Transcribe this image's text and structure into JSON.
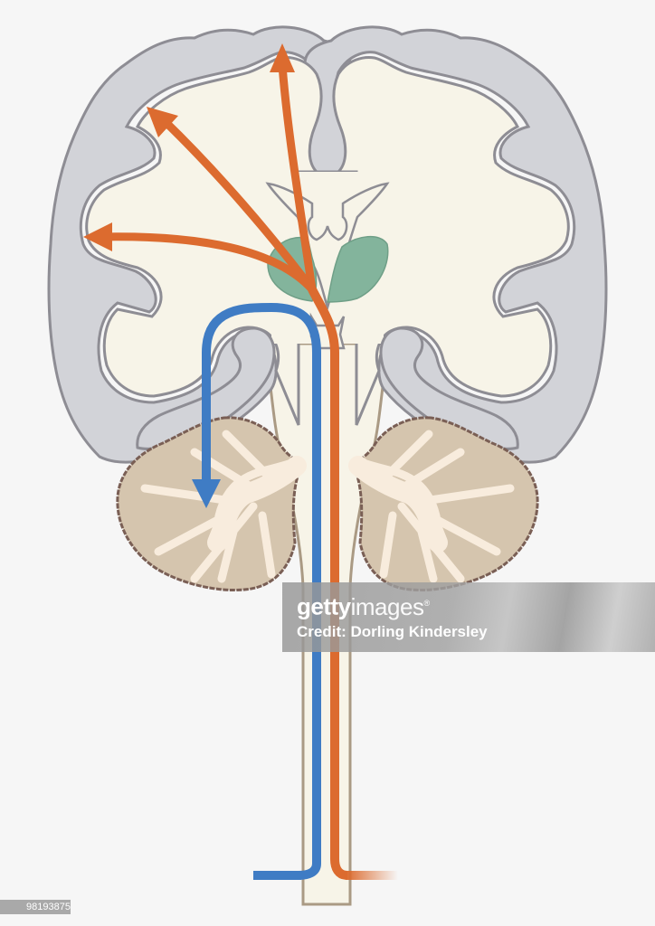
{
  "figure": {
    "subject": "Coronal cross-section of brain with cerebellum and spinal cord showing ascending and descending nerve pathways",
    "colors": {
      "background": "#f6f6f6",
      "white_matter": "#f7f4e8",
      "gray_matter_fill": "#d2d3d8",
      "gray_matter_outline": "#8e8d94",
      "thalamus": "#83b49c",
      "cerebellum_cortex": "#d5c5ae",
      "cerebellum_white": "#f8ecdd",
      "cerebellum_outline": "#7a5f55",
      "ascending_pathway": "#dc6b2f",
      "descending_pathway": "#3f7cc4",
      "spinal_cord_outline": "#aa9a84"
    },
    "pathways": {
      "ascending": {
        "label": "ascending-pathway-orange",
        "arrow_count": 3
      },
      "descending": {
        "label": "descending-pathway-blue",
        "arrow_count": 1
      }
    }
  },
  "watermark": {
    "brand_bold": "getty",
    "brand_light": "images",
    "registered": "®",
    "credit": "Credit: Dorling Kindersley"
  },
  "image_id": "98193875"
}
